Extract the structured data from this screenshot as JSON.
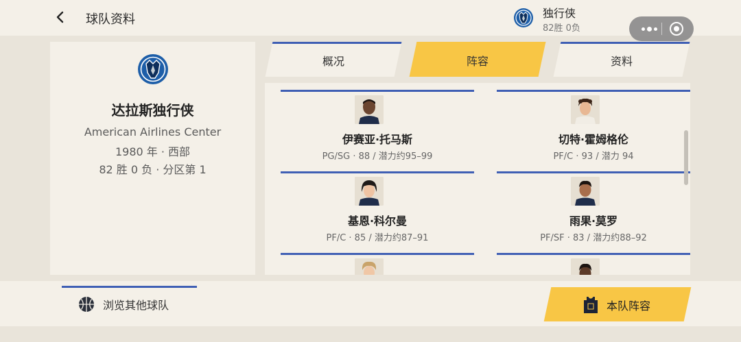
{
  "header": {
    "title": "球队资料",
    "team_name": "独行侠",
    "team_record": "82胜 0负"
  },
  "team": {
    "name": "达拉斯独行侠",
    "arena": "American Airlines Center",
    "founded": "1980 年 · 西部",
    "record": "82 胜 0 负 · 分区第 1"
  },
  "tabs": [
    {
      "label": "概况"
    },
    {
      "label": "阵容"
    },
    {
      "label": "资料"
    }
  ],
  "active_tab": "阵容",
  "players": [
    {
      "name": "伊赛亚·托马斯",
      "info": "PG/SG · 88 / 潜力约95–99",
      "avatar": "player-portrait-dark-skin"
    },
    {
      "name": "切特·霍姆格伦",
      "info": "PF/C · 93 / 潜力 94",
      "avatar": "player-portrait-curly-hair"
    },
    {
      "name": "基恩·科尔曼",
      "info": "PF/C · 85 / 潜力约87–91",
      "avatar": "player-portrait-long-hair"
    },
    {
      "name": "雨果·莫罗",
      "info": "PF/SF · 83 / 潜力约88–92",
      "avatar": "player-portrait-tan-skin"
    },
    {
      "name": "",
      "info": "",
      "avatar": "player-portrait-blonde"
    },
    {
      "name": "",
      "info": "",
      "avatar": "player-portrait-dark-skin"
    }
  ],
  "footer": {
    "browse_label": "浏览其他球队",
    "roster_label": "本队阵容"
  },
  "colors": {
    "accent_blue": "#3f5fb4",
    "accent_yellow": "#f8c645",
    "panel": "#f4f0e8",
    "background": "#e9e4da",
    "team_logo_blue": "#1d5ea8"
  }
}
